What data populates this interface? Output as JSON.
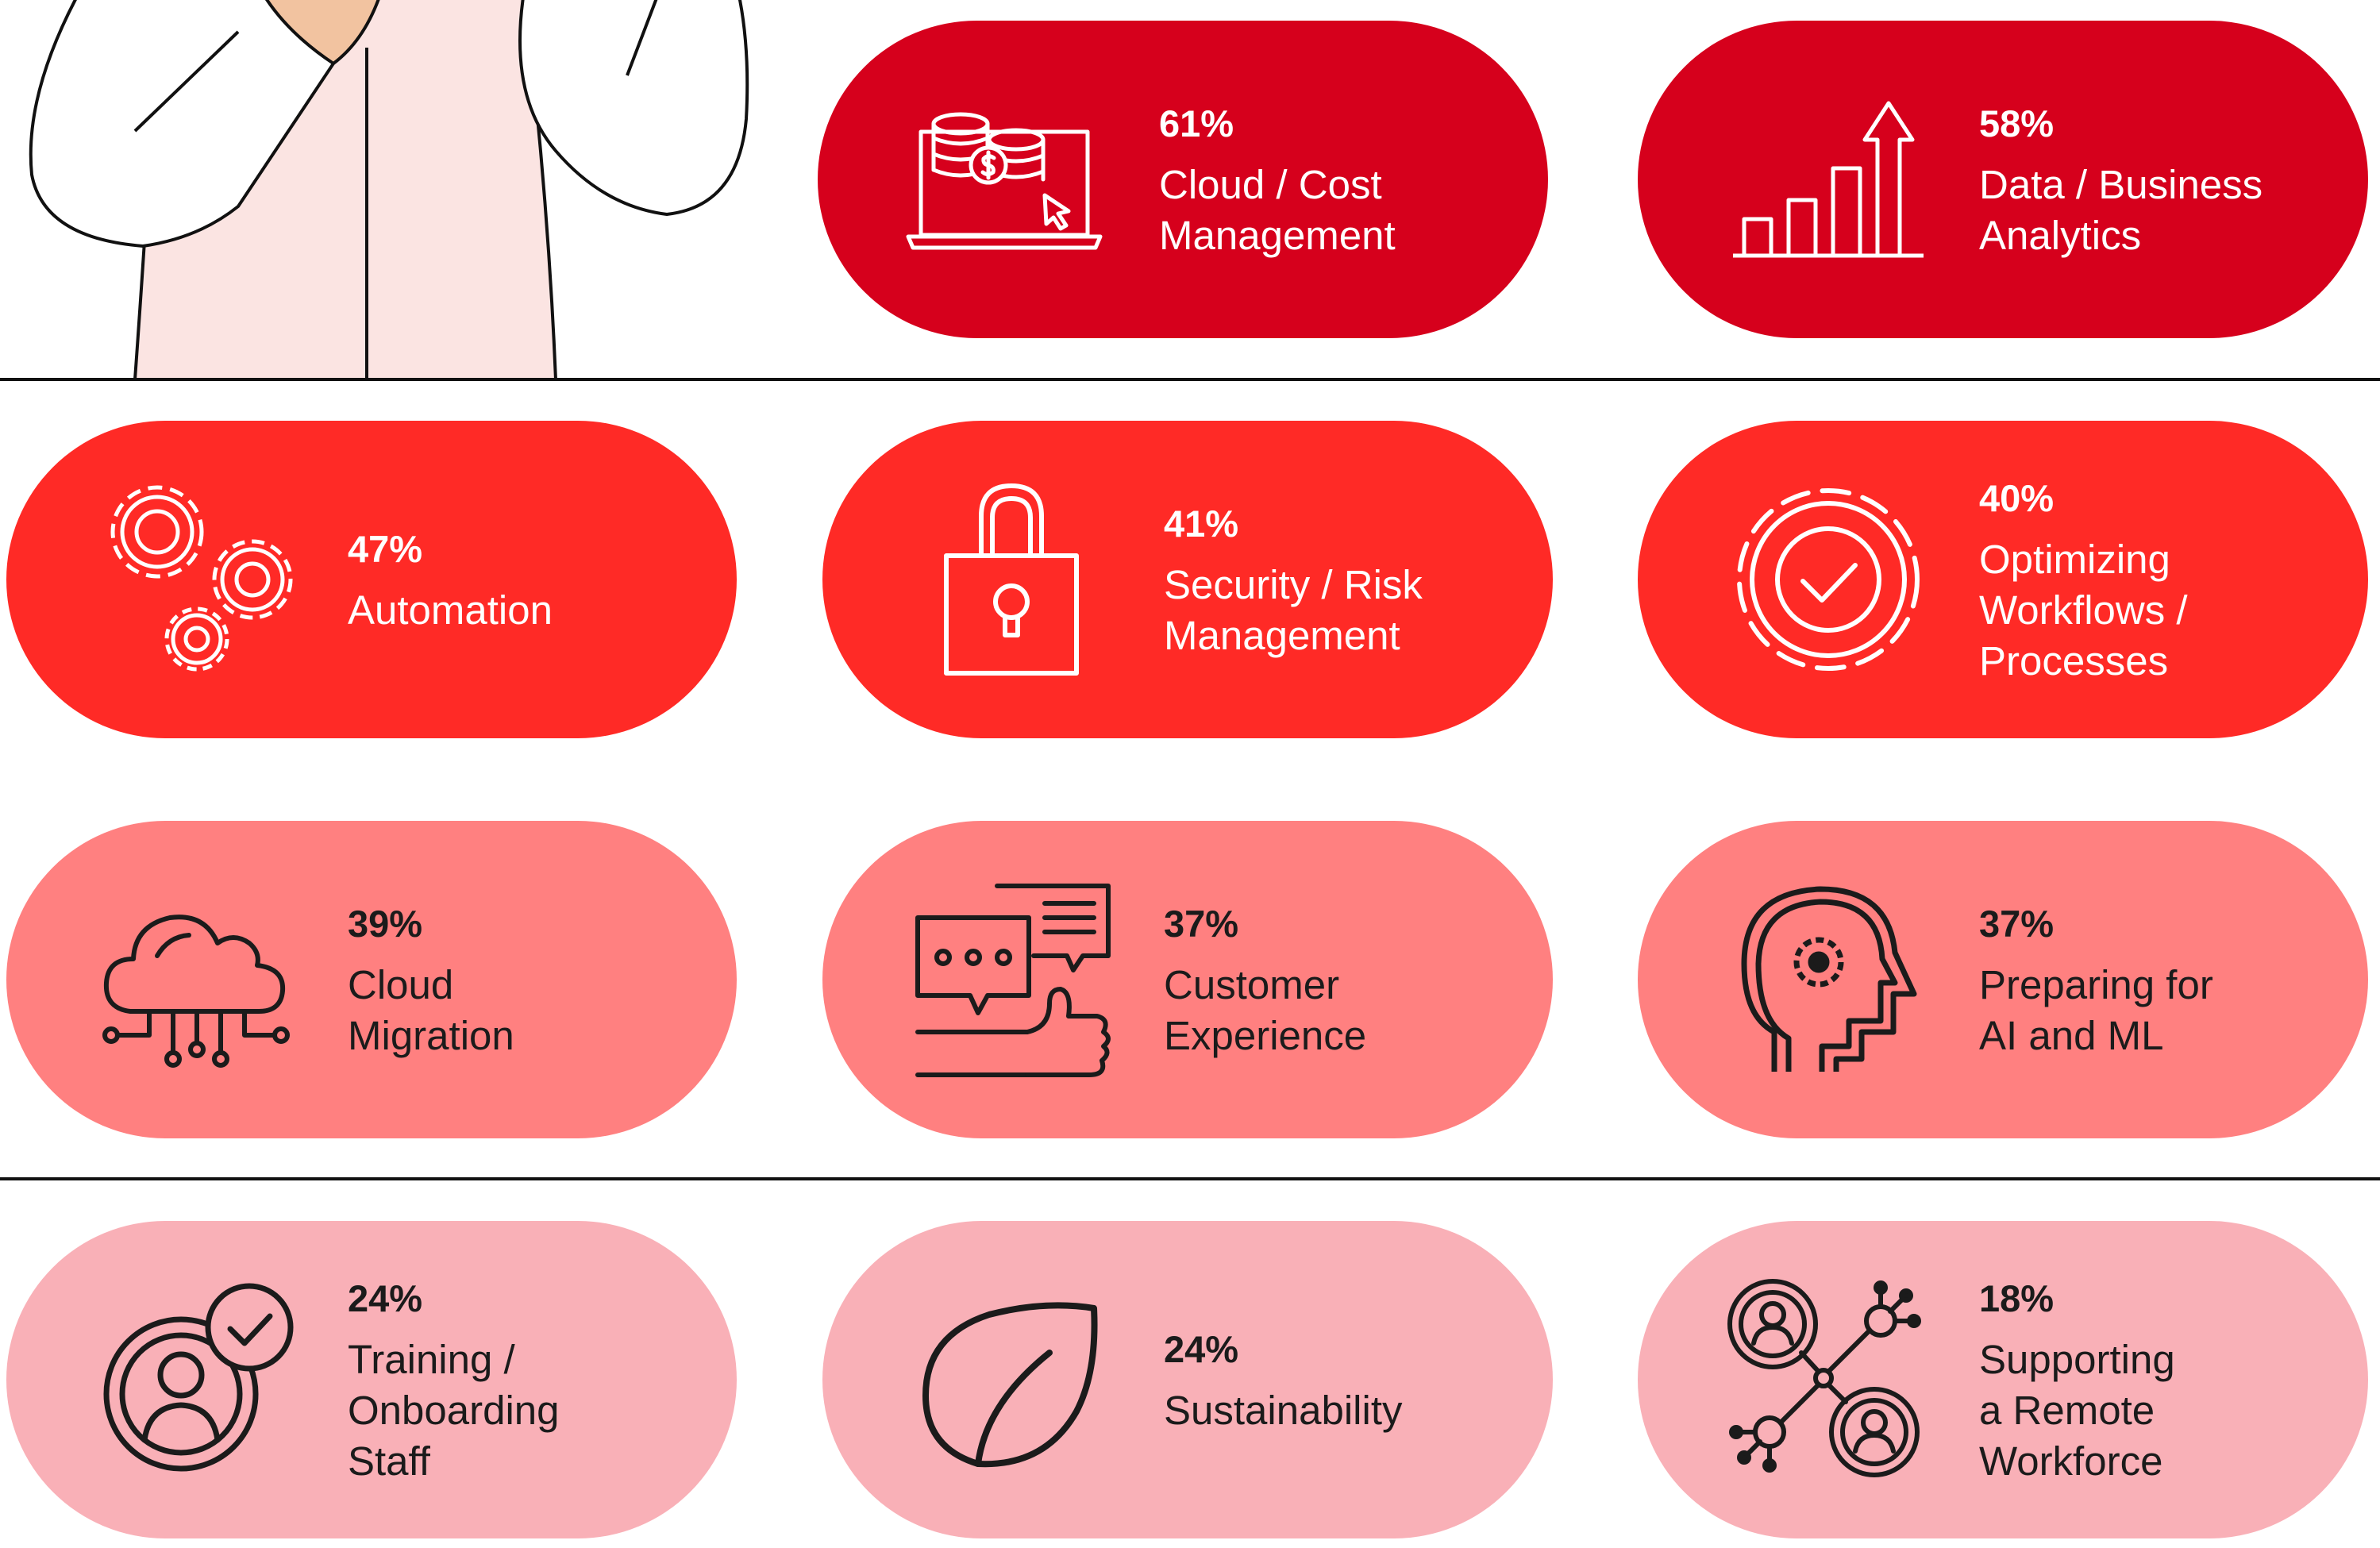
{
  "colors": {
    "tier1": "#d6001c",
    "tier2": "#ff2a26",
    "tier3": "#ff8080",
    "tier4": "#f9b0b7",
    "divider": "#111111",
    "skin": "#f2c3a0",
    "shirt": "#fbe4e2"
  },
  "illustration": {
    "icon": "person-thinking-illustration"
  },
  "priorities": [
    {
      "id": "cloud-cost",
      "pct": "61%",
      "label": "Cloud  / Cost\nManagement",
      "icon": "laptop-coins-icon"
    },
    {
      "id": "data-analytics",
      "pct": "58%",
      "label": "Data / Business\nAnalytics",
      "icon": "bar-chart-growth-icon"
    },
    {
      "id": "automation",
      "pct": "47%",
      "label": "Automation",
      "icon": "gears-icon"
    },
    {
      "id": "security",
      "pct": "41%",
      "label": "Security / Risk\nManagement",
      "icon": "padlock-icon"
    },
    {
      "id": "workflows",
      "pct": "40%",
      "label": "Optimizing\nWorkflows /\nProcesses",
      "icon": "gear-checkmark-icon"
    },
    {
      "id": "cloud-migration",
      "pct": "39%",
      "label": "Cloud\nMigration",
      "icon": "cloud-network-icon"
    },
    {
      "id": "customer-experience",
      "pct": "37%",
      "label": "Customer\nExperience",
      "icon": "chat-thumbs-up-icon"
    },
    {
      "id": "ai-ml",
      "pct": "37%",
      "label": "Preparing for\nAI and ML",
      "icon": "head-gear-icon"
    },
    {
      "id": "training",
      "pct": "24%",
      "label": "Training /\nOnboarding\nStaff",
      "icon": "user-checkmark-icon"
    },
    {
      "id": "sustainability",
      "pct": "24%",
      "label": "Sustainability",
      "icon": "leaf-icon"
    },
    {
      "id": "remote",
      "pct": "18%",
      "label": "Supporting\na Remote\nWorkforce",
      "icon": "remote-network-icon"
    }
  ]
}
